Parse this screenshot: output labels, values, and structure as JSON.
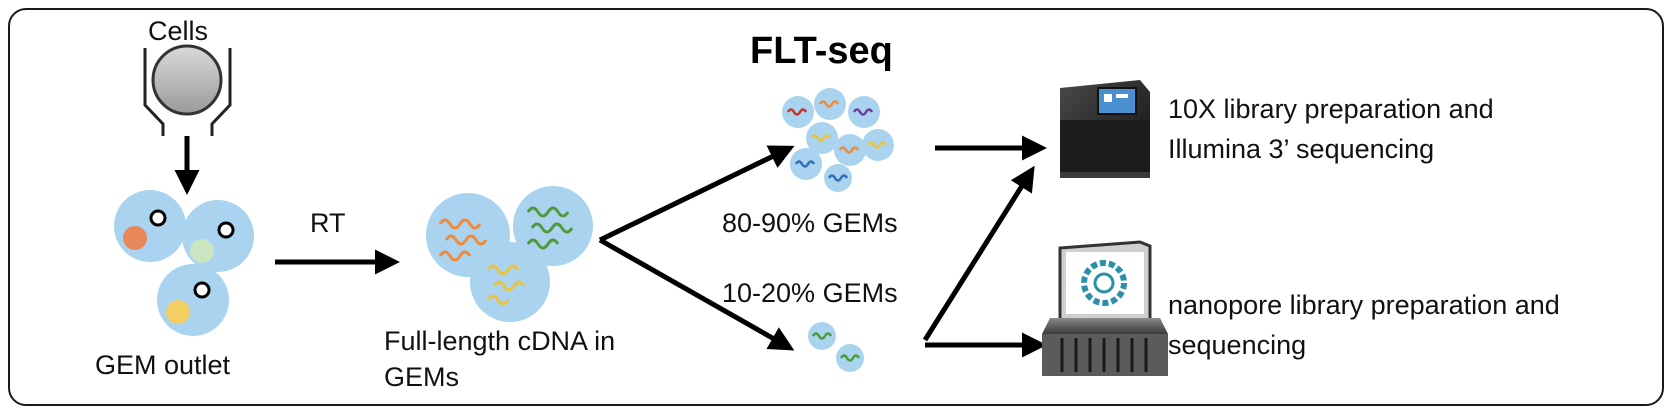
{
  "title": "FLT-seq",
  "labels": {
    "cells": "Cells",
    "gem_outlet": "GEM outlet",
    "rt": "RT",
    "full_length_line1": "Full-length cDNA in",
    "full_length_line2": "GEMs",
    "gems_80_90": "80-90% GEMs",
    "gems_10_20": "10-20% GEMs",
    "illumina_line1": "10X library preparation and",
    "illumina_line2": "Illumina 3’ sequencing",
    "nanopore_line1": "nanopore library preparation and",
    "nanopore_line2": "sequencing"
  },
  "colors": {
    "droplet": "#a9d3ee",
    "orange_cell": "#e8875a",
    "green_cell": "#c9e6c0",
    "yellow_cell": "#f4cf62",
    "orange_cdna": "#ef8a3a",
    "green_cdna": "#4e9a3a",
    "yellow_cdna": "#ecc33d",
    "red_cdna": "#c9332c",
    "purple_cdna": "#6b3fa0",
    "blue_cdna": "#2f6fb5",
    "teal_logo": "#2a8fa8",
    "arrow": "#000000",
    "frame": "#1a1a1a"
  },
  "icons": [
    "cell-capture-funnel-icon",
    "gem-droplet-icon",
    "cdna-droplet-icon",
    "sequencer-instrument-icon",
    "nanopore-device-icon"
  ]
}
